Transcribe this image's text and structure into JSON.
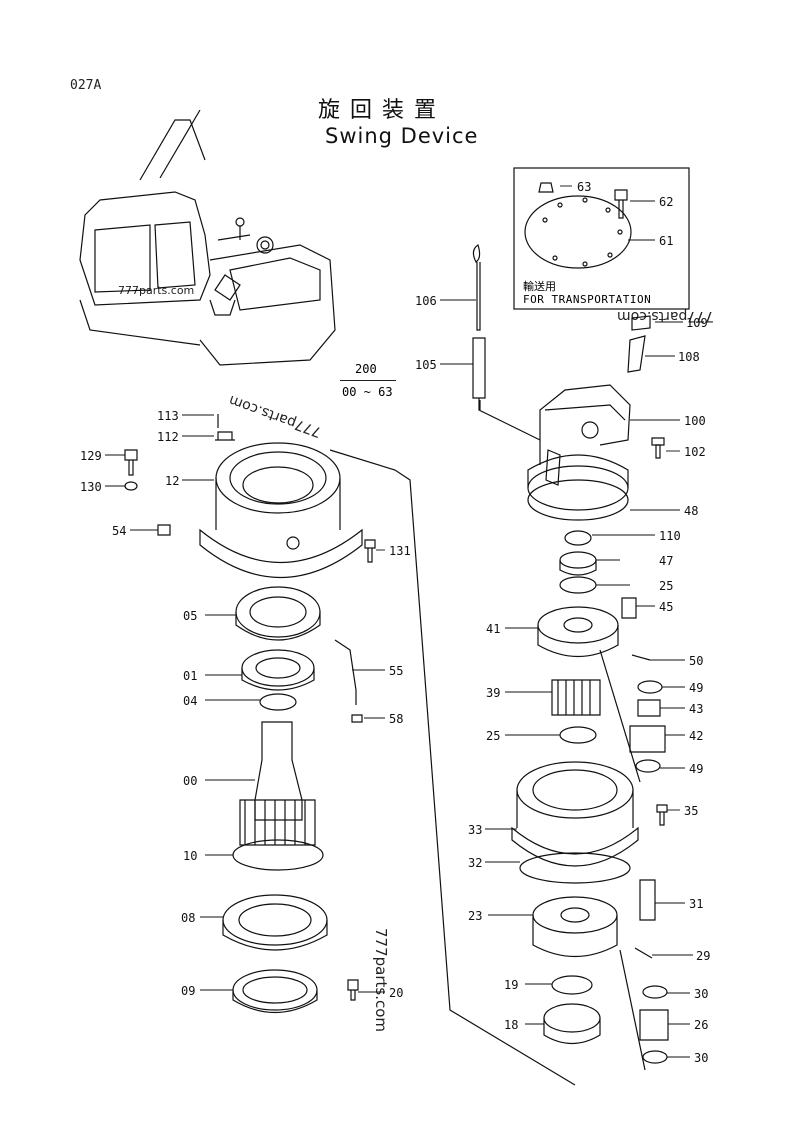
{
  "page_code": "027A",
  "title_jp": "旋回装置",
  "title_en": "Swing Device",
  "range": {
    "top": "200",
    "bottom": "00 ~ 63"
  },
  "transport_box": {
    "line1": "輸送用",
    "line2": "FOR TRANSPORTATION"
  },
  "watermarks": [
    "777parts.com",
    "777parts.com",
    "777parts.com",
    "777parts.com"
  ],
  "callouts": [
    {
      "id": "c63",
      "label": "63"
    },
    {
      "id": "c62",
      "label": "62"
    },
    {
      "id": "c61",
      "label": "61"
    },
    {
      "id": "c106",
      "label": "106"
    },
    {
      "id": "c109",
      "label": "109"
    },
    {
      "id": "c108",
      "label": "108"
    },
    {
      "id": "c105",
      "label": "105"
    },
    {
      "id": "c113",
      "label": "113"
    },
    {
      "id": "c112",
      "label": "112"
    },
    {
      "id": "c100",
      "label": "100"
    },
    {
      "id": "c129",
      "label": "129"
    },
    {
      "id": "c102",
      "label": "102"
    },
    {
      "id": "c12",
      "label": "12"
    },
    {
      "id": "c130",
      "label": "130"
    },
    {
      "id": "c48",
      "label": "48"
    },
    {
      "id": "c54",
      "label": "54"
    },
    {
      "id": "c110",
      "label": "110"
    },
    {
      "id": "c131",
      "label": "131"
    },
    {
      "id": "c47",
      "label": "47"
    },
    {
      "id": "c25a",
      "label": "25"
    },
    {
      "id": "c05",
      "label": "05"
    },
    {
      "id": "c45",
      "label": "45"
    },
    {
      "id": "c41",
      "label": "41"
    },
    {
      "id": "c50",
      "label": "50"
    },
    {
      "id": "c01",
      "label": "01"
    },
    {
      "id": "c55",
      "label": "55"
    },
    {
      "id": "c49a",
      "label": "49"
    },
    {
      "id": "c39",
      "label": "39"
    },
    {
      "id": "c04",
      "label": "04"
    },
    {
      "id": "c43",
      "label": "43"
    },
    {
      "id": "c58",
      "label": "58"
    },
    {
      "id": "c25b",
      "label": "25"
    },
    {
      "id": "c42",
      "label": "42"
    },
    {
      "id": "c49b",
      "label": "49"
    },
    {
      "id": "c00",
      "label": "00"
    },
    {
      "id": "c35",
      "label": "35"
    },
    {
      "id": "c33",
      "label": "33"
    },
    {
      "id": "c10",
      "label": "10"
    },
    {
      "id": "c32",
      "label": "32"
    },
    {
      "id": "c31",
      "label": "31"
    },
    {
      "id": "c08",
      "label": "08"
    },
    {
      "id": "c23",
      "label": "23"
    },
    {
      "id": "c29",
      "label": "29"
    },
    {
      "id": "c20",
      "label": "20"
    },
    {
      "id": "c09",
      "label": "09"
    },
    {
      "id": "c19",
      "label": "19"
    },
    {
      "id": "c30a",
      "label": "30"
    },
    {
      "id": "c18",
      "label": "18"
    },
    {
      "id": "c26",
      "label": "26"
    },
    {
      "id": "c30b",
      "label": "30"
    }
  ]
}
